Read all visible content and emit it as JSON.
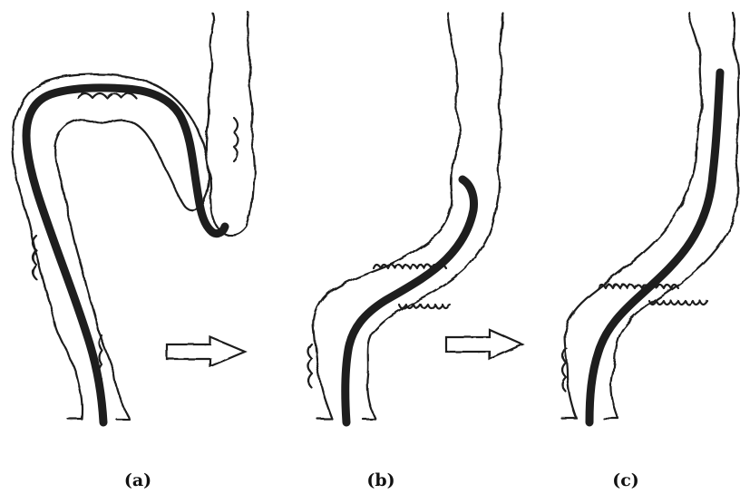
{
  "panels": [
    {
      "label": "(a)"
    },
    {
      "label": "(b)"
    },
    {
      "label": "(c)"
    }
  ],
  "colors": {
    "outline": "#1a1a1a",
    "scope": "#1e1e1e",
    "background": "#ffffff"
  }
}
